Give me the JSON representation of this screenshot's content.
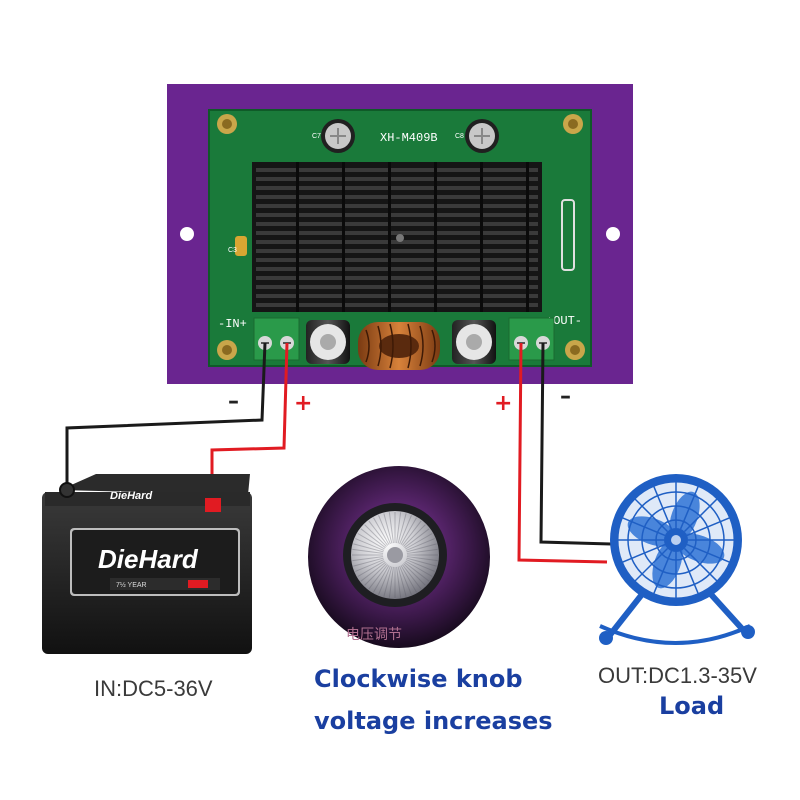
{
  "board": {
    "model": "XH-M409B",
    "in_label": "-IN+",
    "out_label": "+OUT-",
    "cap_c7": "C7",
    "cap_c8": "C8",
    "cap_c3": "C3"
  },
  "polarity": {
    "in_minus": "–",
    "in_plus": "+",
    "out_plus": "+",
    "out_minus": "–"
  },
  "battery": {
    "brand_top": "DieHard",
    "brand_main": "DieHard",
    "sub_label": "7½ YEAR"
  },
  "knob": {
    "chinese_label": "电压调节"
  },
  "captions": {
    "input": "IN:DC5-36V",
    "knob_line1": "Clockwise knob",
    "knob_line2": "voltage increases",
    "output": "OUT:DC1.3-35V",
    "load": "Load"
  },
  "colors": {
    "plate_purple": "#6a2590",
    "pcb_green": "#1a7a3a",
    "wire_red": "#e11b22",
    "wire_black": "#1a1a1a",
    "caption_blue": "#1a3fa0",
    "fan_blue": "#1f5fc4"
  }
}
